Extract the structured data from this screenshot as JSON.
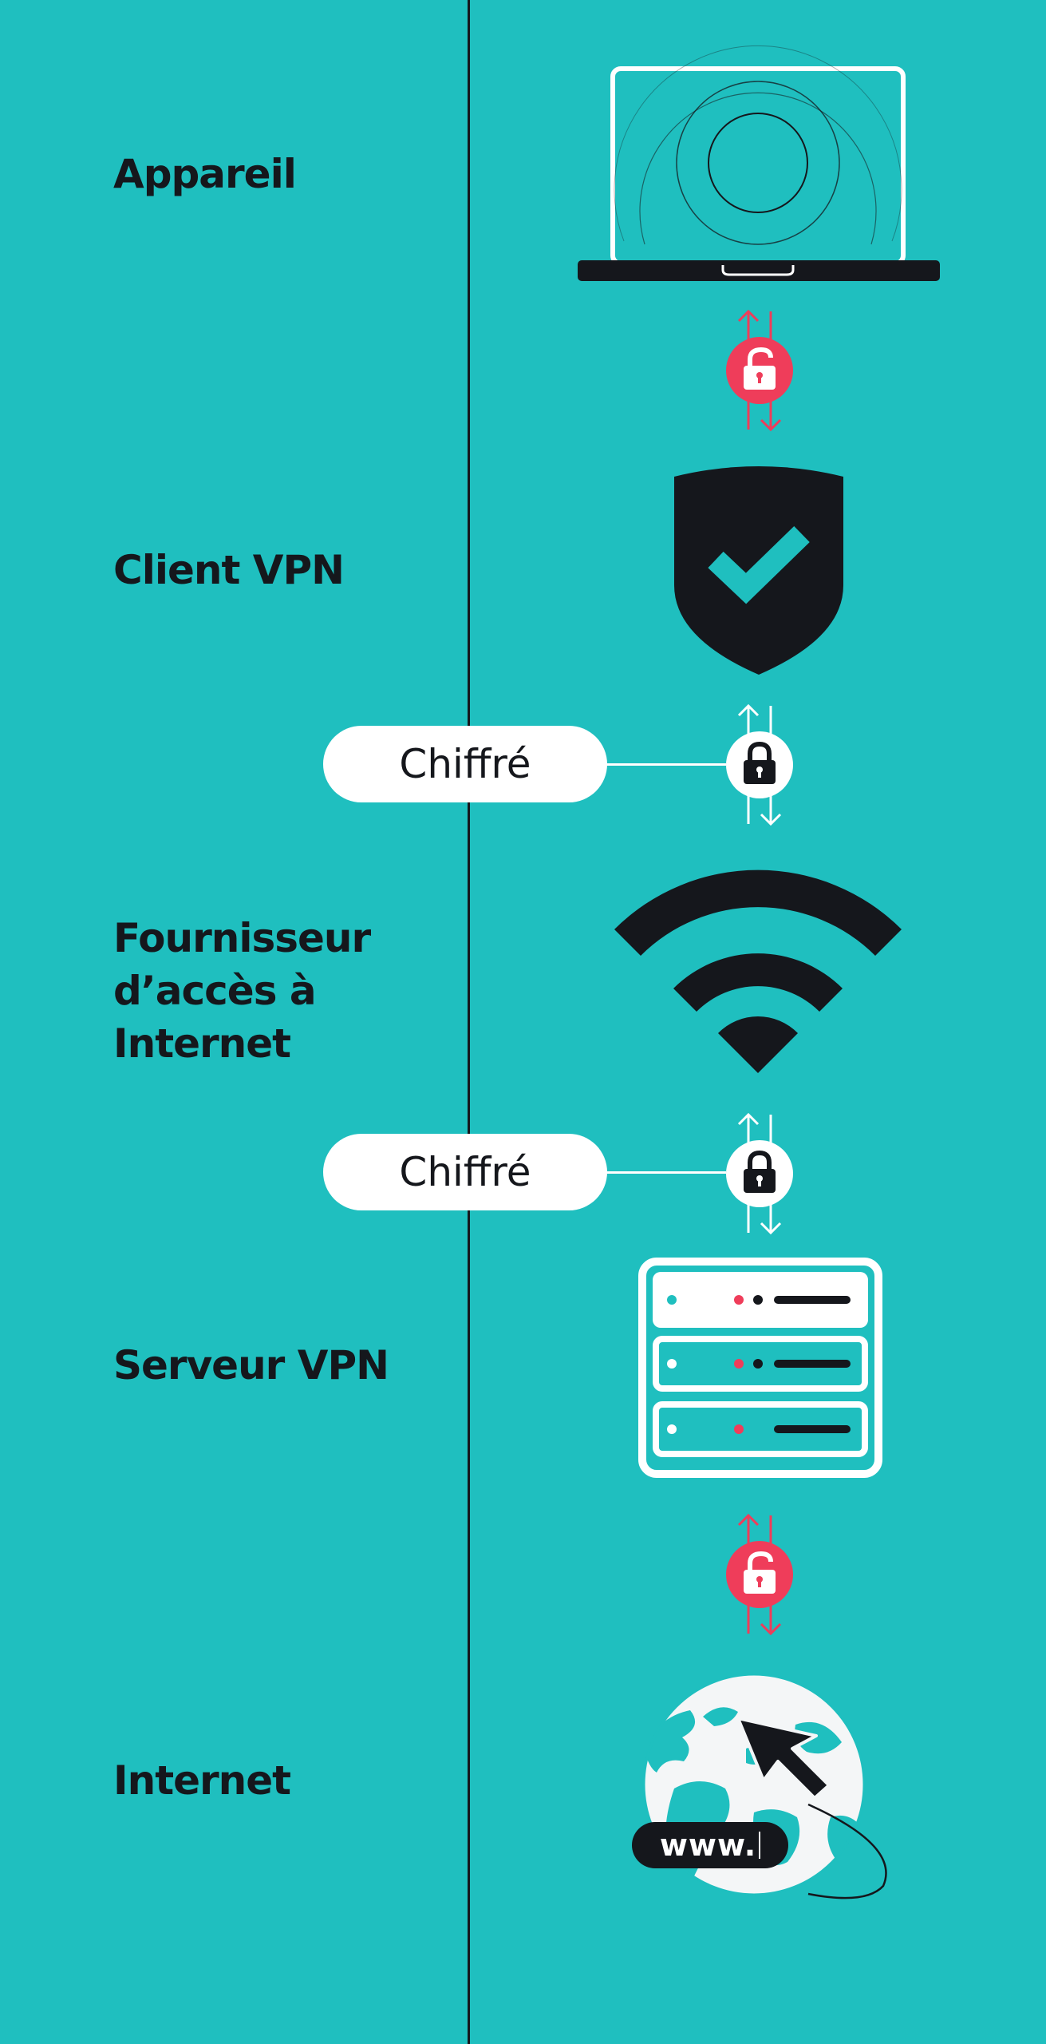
{
  "colors": {
    "background": "#1fbfbf",
    "dark": "#15171c",
    "white": "#ffffff",
    "red": "#ef3d5a",
    "teal": "#1fbfbf"
  },
  "steps": [
    {
      "label": "Appareil",
      "icon": "laptop-icon"
    },
    {
      "label": "Client VPN",
      "icon": "shield-check-icon"
    },
    {
      "label": "Fournisseur\nd’accès à\nInternet",
      "icon": "wifi-icon"
    },
    {
      "label": "Serveur VPN",
      "icon": "server-rack-icon"
    },
    {
      "label": "Internet",
      "icon": "globe-icon"
    }
  ],
  "links": [
    {
      "state": "unlocked",
      "icon": "open-padlock-icon",
      "color": "#ef3d5a"
    },
    {
      "state": "encrypted",
      "icon": "padlock-icon",
      "label": "Chiffré"
    },
    {
      "state": "encrypted",
      "icon": "padlock-icon",
      "label": "Chiffré"
    },
    {
      "state": "unlocked",
      "icon": "open-padlock-icon",
      "color": "#ef3d5a"
    }
  ],
  "globe": {
    "url_text": "www."
  }
}
